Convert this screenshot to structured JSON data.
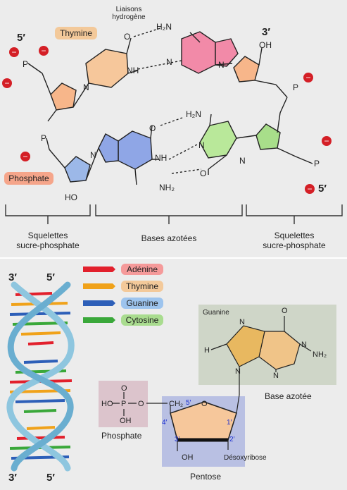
{
  "top": {
    "end_5_left": "5′",
    "end_3_right": "3′",
    "end_5_right": "5′",
    "hydrogen_bonds": [
      "Liaisons",
      "hydrogène"
    ],
    "thymine_label": "Thymine",
    "phosphate_label": "Phosphate",
    "atoms": {
      "P": "P",
      "O": "O",
      "N": "N",
      "NH": "NH",
      "H2N": "H₂N",
      "NH2": "NH₂",
      "OH": "OH",
      "HO": "HO",
      "minus": "−"
    },
    "brackets": {
      "left": [
        "Squelettes",
        "sucre-phosphate"
      ],
      "middle": "Bases azotées",
      "right": [
        "Squelettes",
        "sucre-phosphate"
      ]
    }
  },
  "helix": {
    "top_3": "3′",
    "top_5": "5′",
    "bottom_3": "3′",
    "bottom_5": "5′"
  },
  "legend": [
    {
      "label": "Adénine",
      "color": "#e2202c",
      "label_bg": "#f59a9a"
    },
    {
      "label": "Thymine",
      "color": "#f0a21a",
      "label_bg": "#f3c99a"
    },
    {
      "label": "Guanine",
      "color": "#2d5fb8",
      "label_bg": "#9dc4ee"
    },
    {
      "label": "Cytosine",
      "color": "#3aa83a",
      "label_bg": "#a9dc8f"
    }
  ],
  "nucleotide": {
    "guanine_title": "Guanine",
    "base_label": "Base azotée",
    "phosphate_label": "Phosphate",
    "pentose_label": "Pentose",
    "desoxy_label": "Désoxyribose",
    "ch2": "CH₂",
    "carbons": [
      "5′",
      "4′",
      "3′",
      "2′",
      "1′"
    ],
    "atoms": {
      "H": "H",
      "N": "N",
      "O": "O",
      "NH2": "NH₂",
      "HO": "HO",
      "OH": "OH",
      "P": "P"
    }
  },
  "colors": {
    "thymine": "#f6c79b",
    "adenine": "#f28aa8",
    "guanine": "#8fa6e6",
    "cytosine": "#b9e89a",
    "sugar": "#f7b68a",
    "sugar_blue": "#9cb8e8",
    "sugar_green": "#a8de8a",
    "phosphate_label_bg": "#f5a58a",
    "base_box": "#cfd6c8",
    "phos_box": "#dcc4cc",
    "pentose_box": "#b9c0e3",
    "minus": "#d41f26"
  }
}
